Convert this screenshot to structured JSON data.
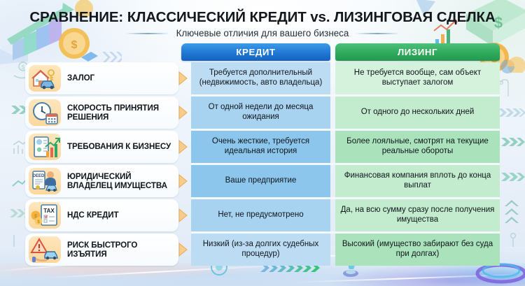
{
  "header": {
    "title": "СРАВНЕНИЕ: КЛАССИЧЕСКИЙ КРЕДИТ vs. ЛИЗИНГОВАЯ СДЕЛКА",
    "subtitle": "Ключевые отличия для вашего бизнеса"
  },
  "columns": {
    "label_header": "",
    "credit_header": "КРЕДИТ",
    "leasing_header": "ЛИЗИНГ"
  },
  "colors": {
    "credit_accent": "#1f78d4",
    "leasing_accent": "#2faa5c",
    "icon_chip": "#fdd79c",
    "connector": "#f5c278",
    "title": "#14181d",
    "credit_cell_light": "#bcdcf3",
    "credit_cell_mid": "#a8d3f0",
    "credit_cell_deep": "#8cc6ec",
    "leasing_cell_light": "#d5f2dd",
    "leasing_cell_mid": "#c3ecce",
    "leasing_cell_deep": "#a9e2bb"
  },
  "rows": [
    {
      "label": "ЗАЛОГ",
      "icon": "house-key-car-icon",
      "credit": "Требуется дополнительный (недвижимость, авто владельца)",
      "leasing": "Не требуется вообще, сам объект выступает залогом"
    },
    {
      "label": "СКОРОСТЬ ПРИНЯТИЯ РЕШЕНИЯ",
      "icon": "clock-calendar-icon",
      "credit": "От одной недели до месяца ожидания",
      "leasing": "От одного до нескольких дней"
    },
    {
      "label": "ТРЕБОВАНИЯ К БИЗНЕСУ",
      "icon": "report-chart-growth-icon",
      "credit": "Очень жесткие, требуется идеальная история",
      "leasing": "Более лояльные, смотрят на текущие реальные обороты"
    },
    {
      "label": "ЮРИДИЧЕСКИЙ ВЛАДЕЛЕЦ ИМУЩЕСТВА",
      "icon": "deed-owner-car-icon",
      "credit": "Ваше предприятие",
      "leasing": "Финансовая компания вплоть до конца выплат"
    },
    {
      "label": "НДС КРЕДИТ",
      "icon": "tax-coins-document-icon",
      "credit": "Нет, не предусмотрено",
      "leasing": "Да, на всю сумму сразу после получения имущества"
    },
    {
      "label": "РИСК БЫСТРОГО ИЗЪЯТИЯ",
      "icon": "warning-car-hand-icon",
      "credit": "Низкий (из-за долгих судебных процедур)",
      "leasing": "Высокий (имущество забирают без суда при долгах)"
    }
  ],
  "decorations": {
    "top_left": "isometric-bar-chart-coins-art",
    "top_right": "dollar-banknote-coins-art",
    "left_ornaments": [
      "hand-coin-icon",
      "chevrons-right-icon",
      "bar-chart-icon",
      "trend-arrow-icon",
      "chevrons-right-icon",
      "corner-arrow-icon"
    ],
    "right_ornaments": [
      "pie-chart-icon",
      "corner-arrow-icon",
      "chevrons-right-icon",
      "chevrons-right-icon",
      "chevrons-right-icon",
      "chevrons-up-icon",
      "pin-line-icon"
    ],
    "bottom": "tech-light-streaks-band"
  }
}
